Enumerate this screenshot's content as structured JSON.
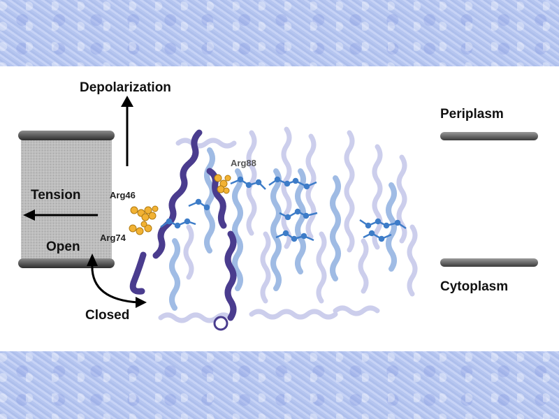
{
  "labels": {
    "depolarization": "Depolarization",
    "tension": "Tension",
    "open": "Open",
    "closed": "Closed",
    "periplasm": "Periplasm",
    "cytoplasm": "Cytoplasm",
    "arg46": "Arg46",
    "arg74": "Arg74",
    "arg88": "Arg88"
  },
  "colors": {
    "background_band": "#bccbf2",
    "helix_dark": "#4a3a8c",
    "helix_light": "#8aa8dc",
    "helix_pale": "#c4c8ea",
    "sidechain": "#3d7cc8",
    "arginine": "#f0b030",
    "membrane": "#555555"
  }
}
